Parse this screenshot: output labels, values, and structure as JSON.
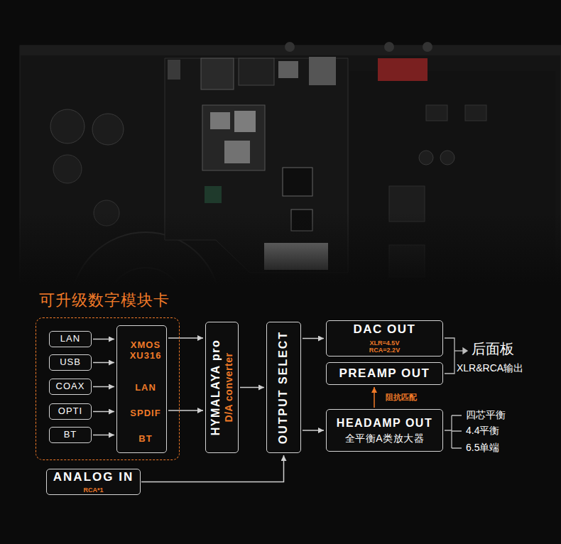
{
  "diagram": {
    "nodes": [
      {
        "text": [
          "可升级数字模块卡"
        ]
      },
      {
        "text": [
          "LAN"
        ],
        "in": 0
      },
      {
        "text": [
          "USB"
        ],
        "in": 0
      },
      {
        "text": [
          "COAX"
        ],
        "in": 0
      },
      {
        "text": [
          "OPTI"
        ],
        "in": 0
      },
      {
        "text": [
          "BT"
        ],
        "in": 0
      },
      {
        "text": [
          "XMOS XU316",
          "LAN",
          "SPDIF",
          "BT"
        ],
        "in": 0
      },
      {
        "text": [
          "HYMALAYA pro",
          "D/A converter"
        ]
      },
      {
        "text": [
          "OUTPUT SELECT"
        ]
      },
      {
        "text": [
          "DAC OUT",
          "XLR=4.5V",
          "RCA=2.2V"
        ]
      },
      {
        "text": [
          "PREAMP OUT"
        ]
      },
      {
        "text": [
          "HEADAMP OUT",
          "全平衡A类放大器"
        ]
      },
      {
        "text": [
          "ANALOG IN",
          "RCA*1"
        ]
      }
    ],
    "edges": [
      {
        "from": 1,
        "to": 6,
        "arrow": "to"
      },
      {
        "from": 2,
        "to": 6,
        "arrow": "to"
      },
      {
        "from": 3,
        "to": 6,
        "arrow": "to"
      },
      {
        "from": 4,
        "to": 6,
        "arrow": "to"
      },
      {
        "from": 5,
        "to": 6,
        "arrow": "to"
      },
      {
        "from": 6,
        "to": 7,
        "arrow": "to"
      },
      {
        "from": 6,
        "to": 7,
        "arrow": "to"
      },
      {
        "from": 7,
        "to": 8,
        "arrow": "to"
      },
      {
        "from": 8,
        "to": 9,
        "arrow": "to"
      },
      {
        "from": 8,
        "to": 11,
        "arrow": "to"
      },
      {
        "from": 12,
        "to": 8,
        "arrow": "to"
      },
      {
        "from": 11,
        "to": 10,
        "label": "阻抗匹配",
        "arrow": "to"
      }
    ],
    "labels": [
      "后面板",
      "XLR&RCA输出",
      "四芯平衡",
      "4.4平衡",
      "6.5单端"
    ]
  }
}
